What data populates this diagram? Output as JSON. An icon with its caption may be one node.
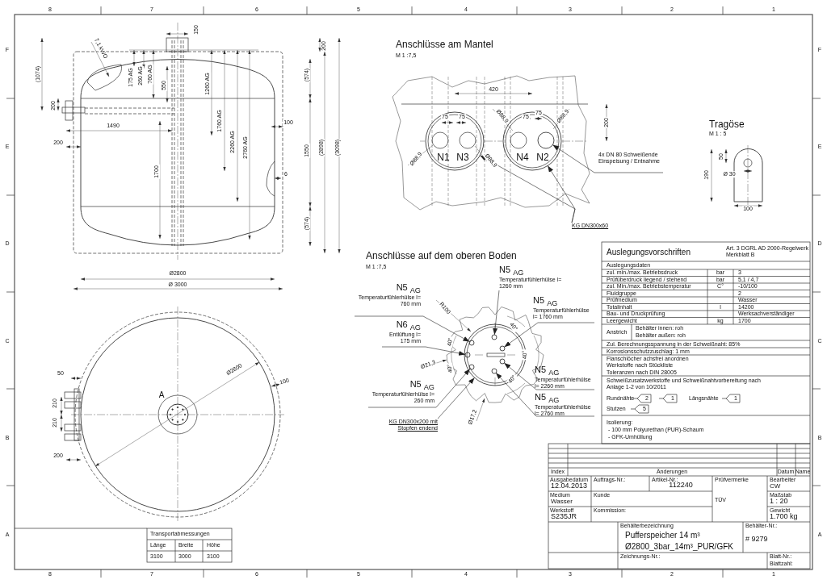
{
  "diagram": {
    "nodes": [
      {
        "text": [],
        "shape": "circle"
      },
      {
        "text": [],
        "shape": "circle"
      },
      {
        "text": [],
        "shape": "circle",
        "in": 1
      },
      {
        "text": [
          "4x DN 80 Schweißende Einspeisung / Entnahme"
        ]
      },
      {
        "text": [
          "KG DN300x60"
        ]
      },
      {
        "text": [],
        "shape": "circle"
      },
      {
        "text": [
          "N5 $_{AG}$",
          "Temperaturfühlerhülse l= 760 mm"
        ]
      },
      {
        "text": [],
        "shape": "circle",
        "in": 5
      },
      {
        "text": [
          "N6 $_{AG}$",
          "Entlüftung l= 175 mm"
        ]
      },
      {
        "text": [],
        "shape": "circle",
        "in": 5
      },
      {
        "text": [
          "N5 $_{AG}$",
          "Temperaturfühlerhülse l= 260 mm"
        ]
      },
      {
        "text": [],
        "shape": "circle",
        "in": 5
      },
      {
        "text": [
          "N5 $_{AG}$",
          "Temperaturfühlerhülse l= 1260 mm"
        ]
      },
      {
        "text": [],
        "shape": "circle",
        "in": 5
      },
      {
        "text": [
          "N5 $_{AG}$",
          "Temperaturfühlerhülse l= 1760 mm"
        ]
      },
      {
        "text": [],
        "shape": "circle",
        "in": 5
      },
      {
        "text": [
          "N5 $_{AG}$",
          "Temperaturfühlerhülse l= 2260 mm"
        ]
      },
      {
        "text": [],
        "shape": "circle",
        "in": 5
      },
      {
        "text": [
          "N5 $_{AG}$",
          "Temperaturfühlerhülse l= 2760 mm"
        ]
      },
      {
        "text": [],
        "shape": "circle",
        "in": 5
      },
      {
        "text": [
          "KG DN300x200 mit Stopfen endend"
        ]
      }
    ],
    "edges": [
      {
        "from": 3,
        "to": 2,
        "arrow": "to"
      },
      {
        "from": 4,
        "to": 0,
        "arrow": "to"
      },
      {
        "from": 4,
        "to": 1,
        "arrow": "to"
      },
      {
        "from": 6,
        "to": 7,
        "arrow": "to"
      },
      {
        "from": 8,
        "to": 9,
        "arrow": "to"
      },
      {
        "from": 10,
        "to": 11,
        "arrow": "to"
      },
      {
        "from": 12,
        "to": 13,
        "arrow": "to"
      },
      {
        "from": 14,
        "to": 15,
        "arrow": "to"
      },
      {
        "from": 16,
        "to": 17,
        "arrow": "to"
      },
      {
        "from": 18,
        "to": 19,
        "arrow": "to"
      },
      {
        "from": 20,
        "to": 5,
        "arrow": "to"
      }
    ],
    "labels": [
      "150",
      "200",
      "(1074)",
      "7,1 kWO",
      "175 AG",
      "260 AG",
      "760 AG",
      "550",
      "1260 AG",
      "200",
      "1490",
      "200",
      "100",
      "1760 AG",
      "2260 AG",
      "2760 AG",
      "1700",
      "6",
      "(574)",
      "1550",
      "(2898)",
      "(3098)",
      "(574)",
      "Ø2800",
      "Ø 3000",
      "50",
      "210",
      "210",
      "200",
      "A",
      "Ø2800",
      "100",
      "Transportabmessungen",
      "Länge",
      "Breite",
      "Höhe",
      "3100",
      "3000",
      "3100",
      "Anschlüsse am Mantel",
      "M 1 :7,5",
      "420",
      "75",
      "75",
      "75",
      "75",
      "Ø88,9",
      "Ø88,9",
      "200",
      "Ø88,9",
      "N1",
      "N3",
      "Ø88,9",
      "N4",
      "N2",
      "Tragöse",
      "M 1 : 5",
      "50",
      "190",
      "Ø 30",
      "100",
      "Anschlüsse auf dem oberen Boden",
      "M 1 :7,5",
      "R100",
      "40°",
      "40°",
      "40°",
      "Ø21,3",
      "40°",
      "40°",
      "Ø17,2",
      "Auslegungsvorschriften",
      "Art. 3 DGRL AD 2000-Regelwerk Merkblatt B",
      "Auslegungsdaten",
      "zul. min./max. Betriebsdruck",
      "bar",
      "3",
      "Prüfüberdruck liegend / stehend",
      "bar",
      "5,1 / 4,7",
      "zul. Min./max. Betriebstemperatur",
      "C°",
      "-10/100",
      "Fluidgruppe",
      "2",
      "Prüfmedium",
      "Wasser",
      "Totalinhalt",
      "l",
      "14200",
      "Bau- und Druckprüfung",
      "Werksachverständiger",
      "Leergewicht",
      "kg",
      "1700",
      "Anstrich",
      "Behälter innen: roh",
      "Behälter außen: roh",
      "Zul. Berechnungsspannung in der Schweißnaht: 85%",
      "Korrosionsschutzzuschlag: 1 mm",
      "Flanschlöcher achsfrei anordnen",
      "Werkstoffe nach Stückliste",
      "Toleranzen nach DIN 28005",
      "Schweißzusatzwerkstoffe und Schweißnahtvorbereitung nach Anlage 1-2 von 10/2011",
      "Rundnähte",
      "2",
      "1",
      "Längsnähte",
      "1",
      "Stutzen",
      "5",
      "Isolierung:",
      "- 100 mm Polyurethan (PUR)-Schaum",
      "- GFK-Umhüllung",
      "Index",
      "Änderungen",
      "Datum",
      "Name",
      "Ausgabedatum",
      "12.04.2013",
      "Auftrags-Nr.:",
      "Artikel-Nr.:",
      "112240",
      "Prüfvermerke",
      "Bearbeiter",
      "CW",
      "Medium",
      "Wasser",
      "Kunde",
      "TÜV",
      "Maßstab",
      "1 : 20",
      "Werkstoff",
      "S235JR",
      "Kommission:",
      "Gewicht",
      "1.700 kg",
      "Behälterbezeichnung",
      "Pufferspeicher 14 m³",
      "Ø2800_3bar_14m³_PUR/GFK",
      "Behälter-Nr.:",
      "# 9279",
      "Zeichnungs-Nr.:",
      "Blatt-Nr.:",
      "Blattzahl:",
      "8",
      "7",
      "6",
      "5",
      "4",
      "3",
      "2",
      "1",
      "8",
      "7",
      "6",
      "5",
      "4",
      "3",
      "2",
      "1",
      "F",
      "E",
      "D",
      "C",
      "B",
      "A",
      "F",
      "E",
      "D",
      "C",
      "B",
      "A"
    ]
  }
}
